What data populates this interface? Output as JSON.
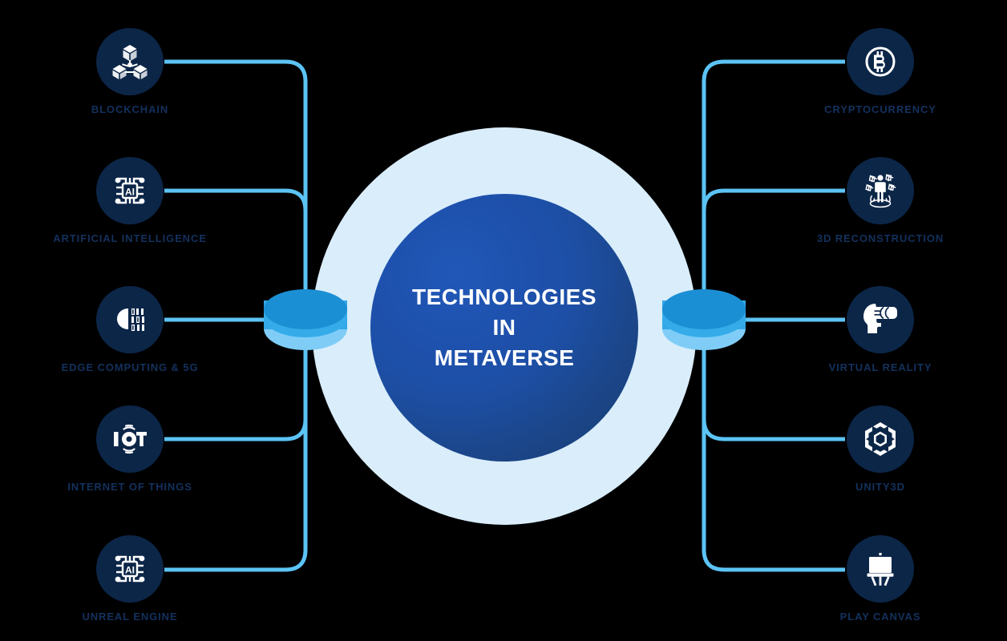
{
  "center": {
    "title_lines": [
      "TECHNOLOGIES",
      "IN",
      "METAVERSE"
    ],
    "halo_color": "#d9edfb",
    "core_color_inner": "#2158b8",
    "core_color_outer": "#173c74",
    "title_color": "#ffffff"
  },
  "theme": {
    "background": "#000000",
    "connector_line": "#5cc3f5",
    "node_circle": "#0c2648",
    "label_text": "#13315d",
    "cylinder_top": "#1b8fd4",
    "cylinder_bottom": "#7fcdf7"
  },
  "left_nodes": [
    {
      "label": "BLOCKCHAIN",
      "icon": "blockchain-icon"
    },
    {
      "label": "ARTIFICIAL INTELLIGENCE",
      "icon": "ai-chip-icon"
    },
    {
      "label": "EDGE COMPUTING & 5G",
      "icon": "cloud-binary-icon"
    },
    {
      "label": "INTERNET OF THINGS",
      "icon": "iot-icon"
    },
    {
      "label": "UNREAL ENGINE",
      "icon": "ai-chip-icon"
    }
  ],
  "right_nodes": [
    {
      "label": "CRYPTOCURRENCY",
      "icon": "bitcoin-icon"
    },
    {
      "label": "3D RECONSTRUCTION",
      "icon": "person-3d-objects-icon"
    },
    {
      "label": "VIRTUAL REALITY",
      "icon": "vr-headset-icon"
    },
    {
      "label": "UNITY3D",
      "icon": "unity-cube-icon"
    },
    {
      "label": "PLAY CANVAS",
      "icon": "easel-canvas-icon"
    }
  ]
}
